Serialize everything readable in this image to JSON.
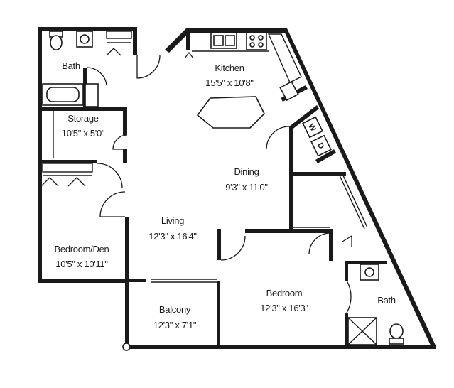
{
  "rooms": {
    "bath_top": {
      "name": "Bath"
    },
    "kitchen": {
      "name": "Kitchen",
      "dims": "15'5\" x 10'8\""
    },
    "storage": {
      "name": "Storage",
      "dims": "10'5\" x 5'0\""
    },
    "dining": {
      "name": "Dining",
      "dims": "9'3\" x 11'0\""
    },
    "living": {
      "name": "Living",
      "dims": "12'3\" x 16'4\""
    },
    "bedroom_den": {
      "name": "Bedroom/Den",
      "dims": "10'5\" x 10'11\""
    },
    "balcony": {
      "name": "Balcony",
      "dims": "12'3\" x 7'1\""
    },
    "bedroom": {
      "name": "Bedroom",
      "dims": "12'3\" x 16'3\""
    },
    "bath_bottom": {
      "name": "Bath"
    }
  },
  "appliances": {
    "washer": "W",
    "dryer": "D"
  }
}
